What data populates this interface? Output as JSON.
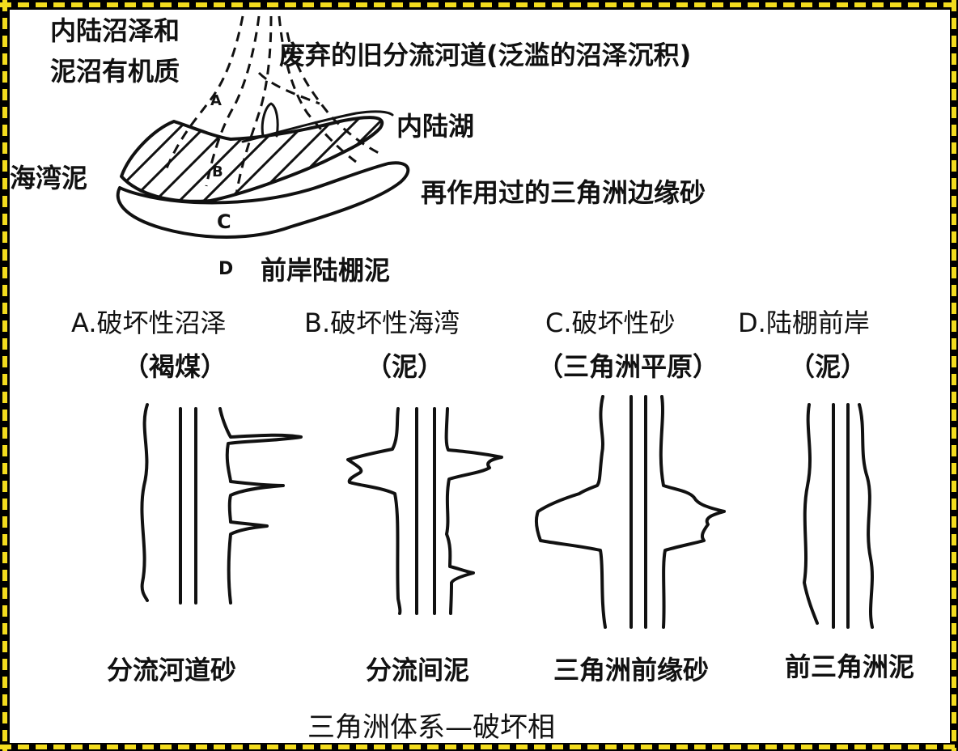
{
  "colors": {
    "border_dash": "#f3dc1e",
    "border_black": "#000000",
    "ink": "#111111",
    "paper": "#ffffff"
  },
  "top_diagram": {
    "label_inland_swamp": "内陆沼泽和",
    "label_inland_swamp_2": "泥沼有机质",
    "label_abandoned_channel": "废弃的旧分流河道(泛滥的沼泽沉积)",
    "label_inland_lake": "内陆湖",
    "label_bay_mud": "海湾泥",
    "label_reworked_sand": "再作用过的三角洲边缘砂",
    "label_shelf_mud": "前岸陆棚泥",
    "marker_a": "A",
    "marker_b": "B",
    "marker_c": "C",
    "marker_d": "D"
  },
  "facies": [
    {
      "line1": "A.破坏性沼泽",
      "line2": "（褐煤）",
      "log_label": "分流河道砂"
    },
    {
      "line1": "B.破坏性海湾",
      "line2": "（泥）",
      "log_label": "分流间泥"
    },
    {
      "line1": "C.破坏性砂",
      "line2": "（三角洲平原）",
      "log_label": "三角洲前缘砂"
    },
    {
      "line1": "D.陆棚前岸",
      "line2": "（泥）",
      "log_label": "前三角洲泥"
    }
  ],
  "caption": "三角洲体系—破坏相"
}
